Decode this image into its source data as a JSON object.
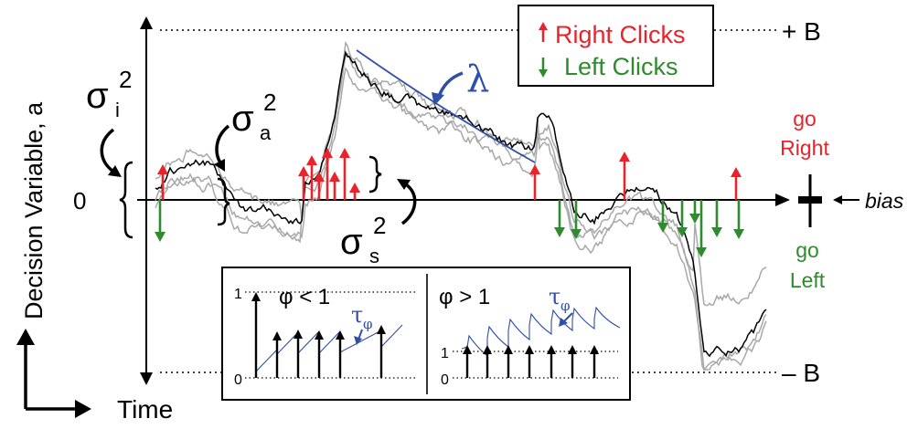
{
  "bounds": {
    "upper": "+ B",
    "lower": "– B",
    "zero": "0"
  },
  "axes": {
    "y_label": "Decision Variable, a",
    "x_label": "Time"
  },
  "legend": {
    "right_label": "Right Clicks",
    "left_label": "Left Clicks"
  },
  "noise_labels": {
    "initial": {
      "base": "σ",
      "sup": "2",
      "sub": "i"
    },
    "accumulation": {
      "base": "σ",
      "sup": "2",
      "sub": "a"
    },
    "sensory": {
      "base": "σ",
      "sup": "2",
      "sub": "s"
    }
  },
  "leak": "λ",
  "choices": {
    "go": "go",
    "right": "Right",
    "left": "Left",
    "bias": "bias"
  },
  "inset": {
    "left_title": "φ < 1",
    "right_title": "φ > 1",
    "tau": {
      "base": "τ",
      "sub": "φ"
    },
    "tick_one": "1",
    "tick_zero": "0"
  },
  "colors": {
    "right": "#e8232a",
    "left": "#2e8b2e",
    "leak": "#2f4fa8",
    "mean_trace": "#000000",
    "sample_trace": "#a8a8a8"
  }
}
